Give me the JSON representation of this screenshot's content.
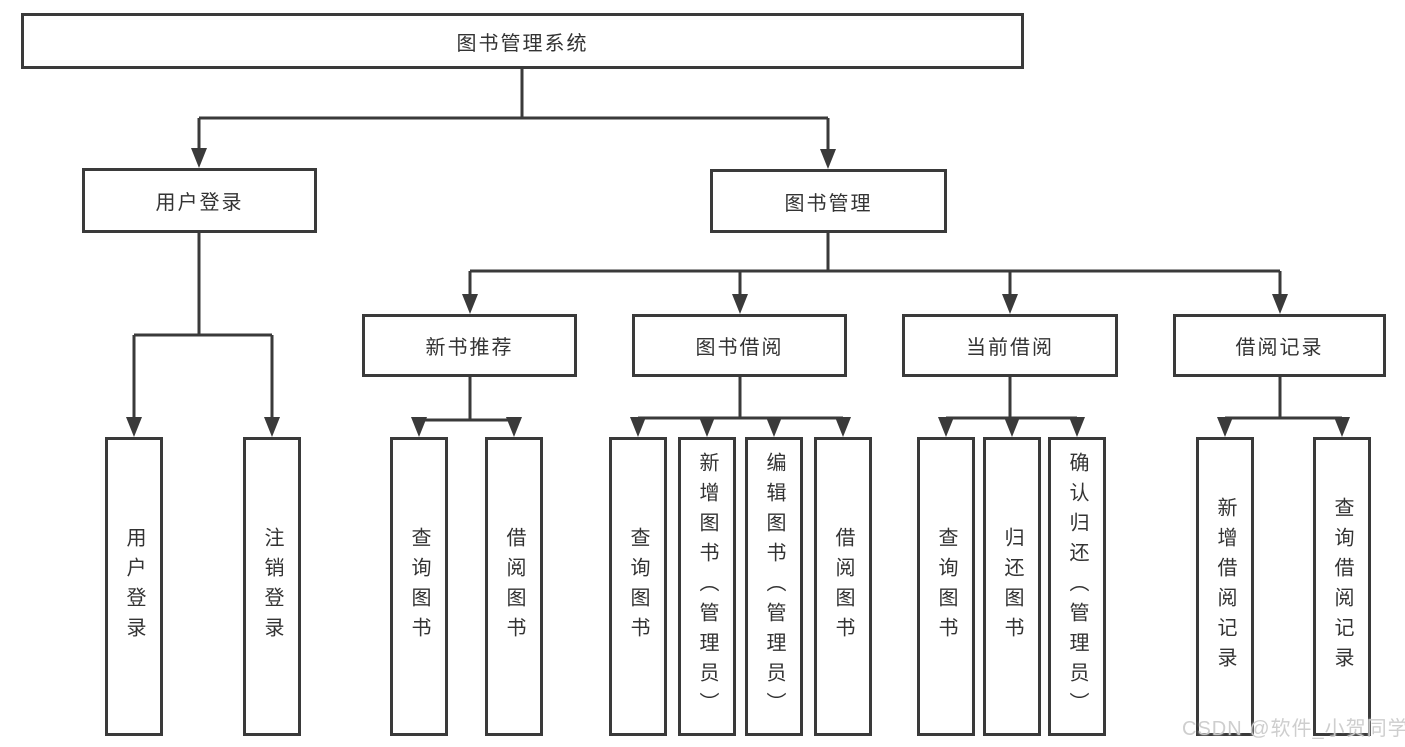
{
  "diagram_title": "图书管理系统",
  "tree": {
    "label": "图书管理系统",
    "children": [
      {
        "label": "用户登录",
        "children": [
          {
            "label": "用户登录"
          },
          {
            "label": "注销登录"
          }
        ]
      },
      {
        "label": "图书管理",
        "children": [
          {
            "label": "新书推荐",
            "children": [
              {
                "label": "查询图书"
              },
              {
                "label": "借阅图书"
              }
            ]
          },
          {
            "label": "图书借阅",
            "children": [
              {
                "label": "查询图书"
              },
              {
                "label": "新增图书（管理员）"
              },
              {
                "label": "编辑图书（管理员）"
              },
              {
                "label": "借阅图书"
              }
            ]
          },
          {
            "label": "当前借阅",
            "children": [
              {
                "label": "查询图书"
              },
              {
                "label": "归还图书"
              },
              {
                "label": "确认归还（管理员）"
              }
            ]
          },
          {
            "label": "借阅记录",
            "children": [
              {
                "label": "新增借阅记录"
              },
              {
                "label": "查询借阅记录"
              }
            ]
          }
        ]
      }
    ]
  },
  "watermark": {
    "text": "CSDN @软件_小贺同学"
  },
  "colors": {
    "line": "#3a3a3a",
    "box_border": "#3a3a3a",
    "box_background": "#ffffff",
    "text": "#333333",
    "watermark": "#cbcbcb",
    "page_background": "#ffffff"
  }
}
